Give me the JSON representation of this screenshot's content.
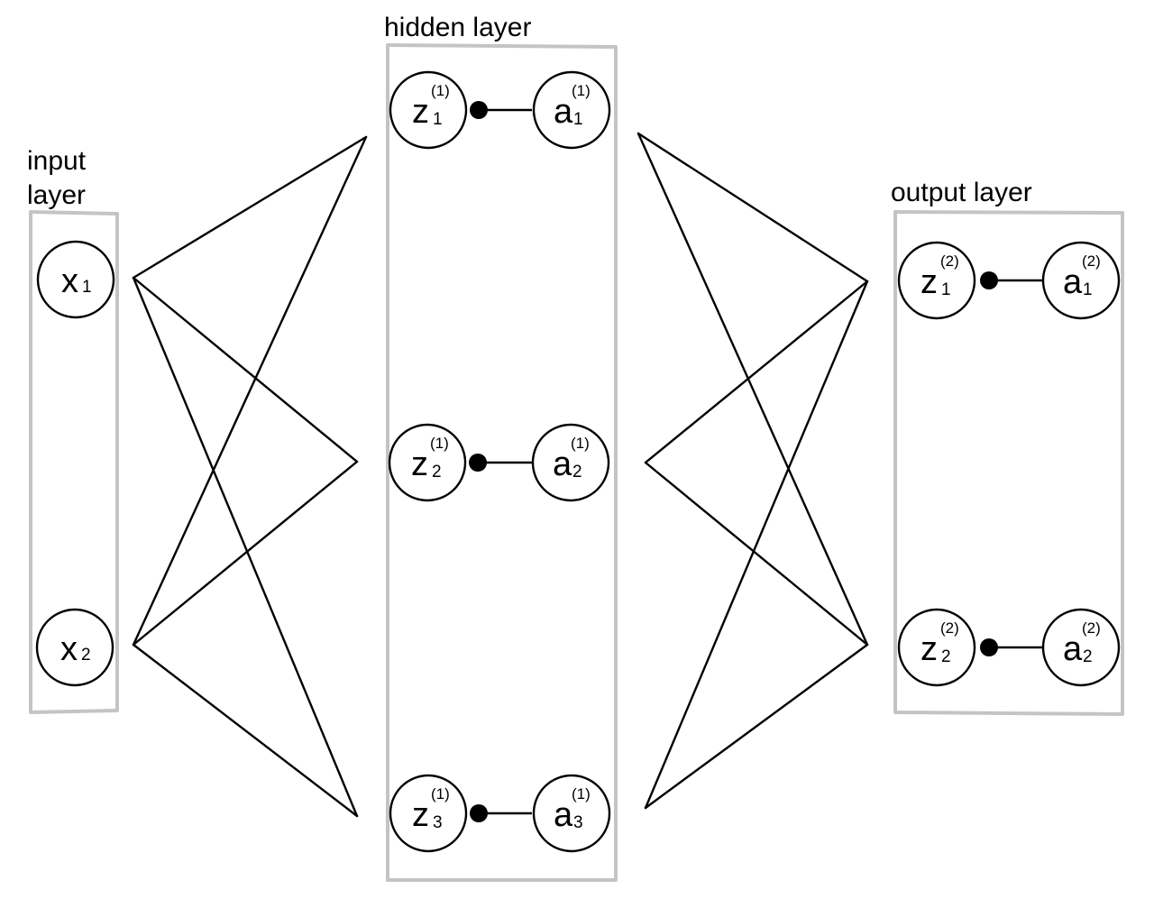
{
  "layers": {
    "input": {
      "title_line1": "input",
      "title_line2": "layer"
    },
    "hidden": {
      "title": "hidden layer"
    },
    "output": {
      "title": "output layer"
    }
  },
  "nodes": {
    "x1": {
      "main": "x",
      "sub": "1"
    },
    "x2": {
      "main": "x",
      "sub": "2"
    },
    "hz1": {
      "main": "z",
      "sub": "1",
      "sup": "(1)"
    },
    "ha1": {
      "main": "a",
      "sub": "1",
      "sup": "(1)"
    },
    "hz2": {
      "main": "z",
      "sub": "2",
      "sup": "(1)"
    },
    "ha2": {
      "main": "a",
      "sub": "2",
      "sup": "(1)"
    },
    "hz3": {
      "main": "z",
      "sub": "3",
      "sup": "(1)"
    },
    "ha3": {
      "main": "a",
      "sub": "3",
      "sup": "(1)"
    },
    "oz1": {
      "main": "z",
      "sub": "1",
      "sup": "(2)"
    },
    "oa1": {
      "main": "a",
      "sub": "1",
      "sup": "(2)"
    },
    "oz2": {
      "main": "z",
      "sub": "2",
      "sup": "(2)"
    },
    "oa2": {
      "main": "a",
      "sub": "2",
      "sup": "(2)"
    }
  }
}
